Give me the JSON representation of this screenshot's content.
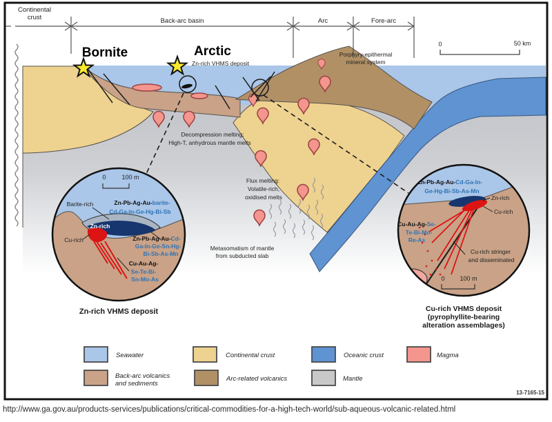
{
  "header": {
    "zone_continental_1": "Continental",
    "zone_continental_2": "crust",
    "zone_back_arc": "Back-arc basin",
    "zone_arc": "Arc",
    "zone_fore_arc": "Fore-arc"
  },
  "scale_bar": {
    "zero": "0",
    "label": "50 km"
  },
  "deposits": {
    "bornite": "Bornite",
    "arctic": "Arctic",
    "arctic_subtitle": "Zn-rich VHMS deposit"
  },
  "annotations": {
    "porphyry_1": "Porphyry-epithermal",
    "porphyry_2": "mineral system",
    "decompression_1": "Decompression melting:",
    "decompression_2": "High-T, anhydrous mantle melts",
    "flux_1": "Flux melting:",
    "flux_2": "Volatile-rich,",
    "flux_3": "oxidised melts",
    "metasomatism_1": "Metasomatism of mantle",
    "metasomatism_2": "from subducted slab"
  },
  "inset_left": {
    "scale_zero": "0",
    "scale_label": "100 m",
    "barite_label": "Barite-rich",
    "zn_label": "Zn-rich",
    "cu_label": "Cu-rich",
    "assemblage1_main": "Zn-Pb-Ag-Au-",
    "assemblage1_trace": "barite-",
    "assemblage1_line2": "Cd-Ga-In-Ge-Hg-Bi-Sb",
    "assemblage2_main": "Zn-Pb-Ag-Au-",
    "assemblage2_trace": "Cd-",
    "assemblage2_line2": "Ga-In-Ge-Sn-Hg-",
    "assemblage2_line3": "Bi-Sb-As-Mn",
    "assemblage3_main": "Cu-Au-Ag-",
    "assemblage3_line2": "Se-Te-Bi-",
    "assemblage3_line3": "Sn-Mo-As",
    "caption": "Zn-rich VHMS deposit"
  },
  "inset_right": {
    "assemblage1_main": "Zn-Pb-Ag-Au-",
    "assemblage1_trace": "Cd-Ga-In-",
    "assemblage1_line2": "Ge-Hg-Bi-Sb-As-Mn",
    "zn_label": "Zn-rich",
    "cu_label": "Cu-rich",
    "assemblage2_main": "Cu-Au-Ag-",
    "assemblage2_trace": "Se-",
    "assemblage2_line2": "Te-Bi-Mo-",
    "assemblage2_line3": "Re-As",
    "stringer_1": "Cu-rich stringer",
    "stringer_2": "and disseminated",
    "scale_zero": "0",
    "scale_label": "100 m",
    "caption_1": "Cu-rich VHMS deposit",
    "caption_2": "(pyrophyllite-bearing",
    "caption_3": "alteration assemblages)"
  },
  "legend": {
    "seawater": "Seawater",
    "back_arc_1": "Back-arc volcanics",
    "back_arc_2": "and sediments",
    "continental": "Continental crust",
    "arc_related": "Arc-related volcanics",
    "oceanic": "Oceanic crust",
    "mantle": "Mantle",
    "magma": "Magma",
    "figure_number": "13-7165-15"
  },
  "colors": {
    "seawater": "#aac6e8",
    "continental_crust": "#eed28f",
    "back_arc_volcanics": "#c9a287",
    "arc_volcanics": "#b19066",
    "oceanic_crust": "#5f93d2",
    "mantle": "#c8c8c8",
    "magma": "#f4968d",
    "massive_sulfide_navy": "#17356e",
    "cu_rich_red": "#dc1414",
    "star_yellow": "#f7e92b"
  },
  "footer": {
    "url": "http://www.ga.gov.au/products-services/publications/critical-commodities-for-a-high-tech-world/sub-aqueous-volcanic-related.html"
  }
}
